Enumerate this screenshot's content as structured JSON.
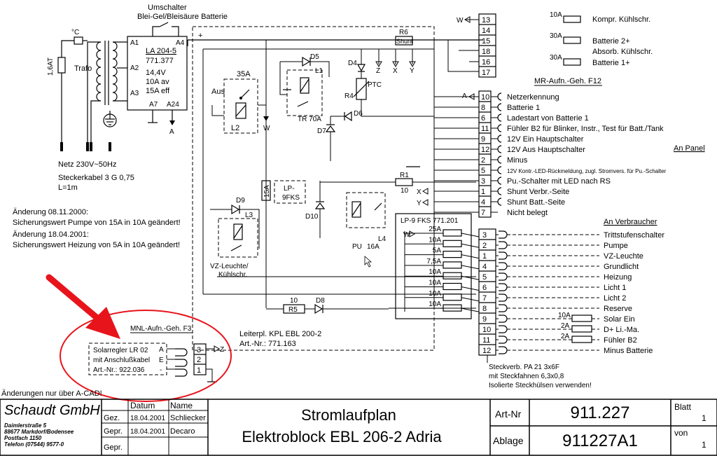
{
  "colors": {
    "line": "#000000",
    "arrow": "#e8141b",
    "background": "#ffffff"
  },
  "top": {
    "switch_label_1": "Umschalter",
    "switch_label_2": "Blei-Gel/Bleisäure Batterie",
    "plus": "+",
    "fuse_1a6": "1,6AT",
    "temp": "°C",
    "trafo": "Trafo",
    "la_a1": "A1",
    "la_a2": "A2",
    "la_a3": "A3",
    "la_a4": "A4",
    "la_a7": "A7",
    "la_a24": "A24",
    "la_type": "LA 204-5",
    "la_nr": "771.377",
    "la_v": "14,4V",
    "la_i1": "10A av",
    "la_i2": "15A eff",
    "la_out": "A"
  },
  "mains": {
    "line1": "Netz 230V~50Hz",
    "line2": "Steckerkabel 3 G 0,75",
    "line3": "L=1m"
  },
  "changes": {
    "c1a": "Änderung 08.11.2000:",
    "c1b": "Sicherungswert Pumpe von 15A in 10A geändert!",
    "c2a": "Änderung 18.04.2001:",
    "c2b": "Sicherungswert Heizung von 5A in 10A geändert!"
  },
  "components": {
    "relay_35a": "35A",
    "aus": "Aus",
    "l2": "L2",
    "w_out": "W",
    "d5": "D5",
    "l1": "L1",
    "tr": "TR 70A",
    "d4": "D4",
    "r4": "R4",
    "ptc": "PTC",
    "d6": "D6",
    "d7": "D7",
    "r6": "R6",
    "shunt": "Shunt",
    "z": "Z",
    "x": "X",
    "y": "Y",
    "fuse_15a": "15A",
    "lp9": "LP-",
    "lp9b": "9FKS",
    "d9": "D9",
    "l3": "L3",
    "vz1": "VZ-Leuchte/",
    "vz2": "Kühlschr.",
    "d10": "D10",
    "l4": "L4",
    "pu": "PU",
    "pu_a": "16A",
    "r1": "R1",
    "r1v": "10",
    "r5": "R5",
    "r5v": "10",
    "d8": "D8"
  },
  "top_connector": {
    "w_in": "W",
    "pins": [
      "13",
      "14",
      "15",
      "18",
      "16",
      "17"
    ],
    "fuse_10a": "10A",
    "fuse_30a_a": "30A",
    "fuse_30a_b": "30A",
    "kompr": "Kompr. Kühlschr.",
    "batt2": "Batterie 2+",
    "absorb": "Absorb. Kühlschr.",
    "batt1": "Batterie 1+"
  },
  "panel": {
    "header": "MR-Aufn.-Geh. F12",
    "side": "An Panel",
    "a_in": "A",
    "x_in": "X",
    "y_in": "Y",
    "pins": [
      "10",
      "8",
      "6",
      "11",
      "9",
      "12",
      "2",
      "5",
      "3",
      "1",
      "4",
      "7"
    ],
    "labels": [
      "Netzerkennung",
      "Batterie 1",
      "Ladestart von Batterie 1",
      "Fühler B2 für Blinker, Instr., Test für Batt./Tank",
      "12V Ein Hauptschalter",
      "12V Aus Hauptschalter",
      "Minus",
      "12V Kontr.-LED-Rückmeldung, zugl. Stromvers. für Pu.-Schalter",
      "Pu.-Schalter mit LED nach RS",
      "Shunt Verbr.-Seite",
      "Shunt Batt.-Seite",
      "Nicht belegt"
    ]
  },
  "fuse_box": {
    "title": "LP-9 FKS 771.201",
    "w_in": "W",
    "fuses": [
      "25A",
      "10A",
      "5A",
      "7,5A",
      "10A",
      "10A",
      "10A",
      "10A"
    ]
  },
  "consumers": {
    "header": "An Verbraucher",
    "pins": [
      "3",
      "2",
      "1",
      "4",
      "5",
      "6",
      "7",
      "8",
      "9",
      "10",
      "11",
      "12"
    ],
    "labels": [
      "Trittstufenschalter",
      "Pumpe",
      "VZ-Leuchte",
      "Grundlicht",
      "Heizung",
      "Licht 1",
      "Licht 2",
      "Reserve",
      "Solar Ein",
      "D+ Li.-Ma.",
      "Fühler B2",
      "Minus Batterie"
    ],
    "fuse_10a": "10A",
    "fuse_2a_a": "2A",
    "fuse_2a_b": "2A"
  },
  "mnl": {
    "header": "MNL-Aufn.-Geh. F3",
    "l1": "Solarregler LR 02",
    "l2": "mit Anschlußkabel",
    "l3": "Art.-Nr.: 922.036",
    "a": "A",
    "e": "E",
    "minus": "-",
    "pins": [
      "3",
      "2",
      "1"
    ],
    "z": "Z"
  },
  "board": {
    "l1": "Leiterpl. KPL EBL 200-2",
    "l2": "Art.-Nr.: 771.163"
  },
  "connector_note": {
    "l1": "Steckverb. PA 21 3x6F",
    "l2": "mit Steckfahnen 6,3x0,8",
    "l3": "Isolierte Steckhülsen verwenden!"
  },
  "acad_note": "Änderungen nur über A-CAD!",
  "title_block": {
    "company": "Schaudt GmbH",
    "addr1": "Daimlerstraße 5",
    "addr2": "88677 Markdorf/Bodensee",
    "addr3": "Postfach 1150",
    "addr4": "Telefon (07544) 9577-0",
    "col_datum": "Datum",
    "col_name": "Name",
    "row_gez": "Gez.",
    "row_gepr1": "Gepr.",
    "row_gepr2": "Gepr.",
    "date_gez": "18.04.2001",
    "name_gez": "Schliecker",
    "date_gepr": "18.04.2001",
    "name_gepr": "Decaro",
    "title1": "Stromlaufplan",
    "title2": "Elektroblock EBL 206-2 Adria",
    "art_label": "Art-Nr",
    "art_value": "911.227",
    "ablage_label": "Ablage",
    "ablage_value": "911227A1",
    "blatt_label": "Blatt",
    "blatt_value": "1",
    "von_label": "von",
    "von_value": "1"
  }
}
